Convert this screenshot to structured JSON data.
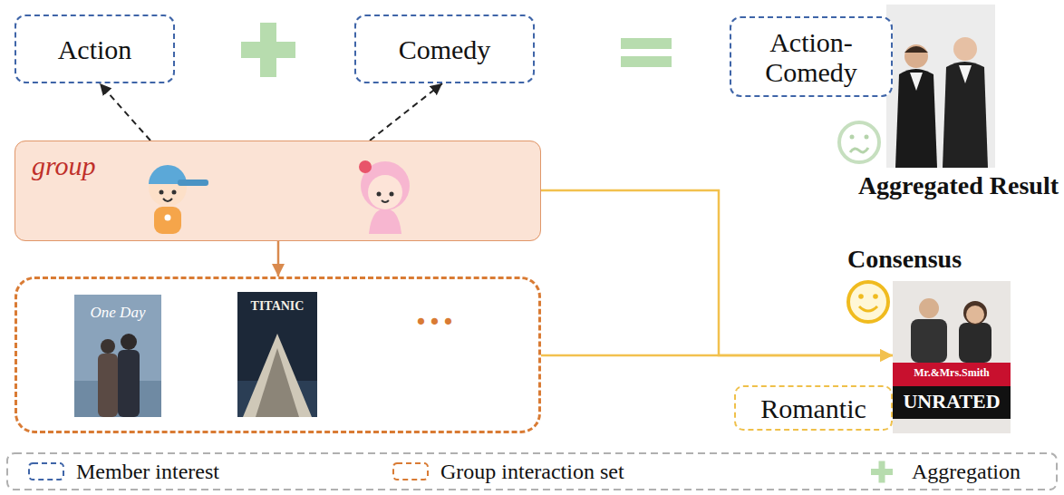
{
  "diagram": {
    "nodes": [
      {
        "text": [
          "Action"
        ]
      },
      {
        "text": [
          "Comedy"
        ]
      },
      {
        "text": [
          "Action- Comedy"
        ]
      },
      {
        "text": [
          "Aggregated Result"
        ]
      },
      {
        "text": [
          "group"
        ]
      },
      {
        "text": [
          "Consensus"
        ]
      },
      {
        "text": [
          "..."
        ]
      },
      {
        "text": [
          "Romantic"
        ]
      }
    ],
    "edges": [
      {
        "from": 4,
        "to": 0,
        "arrow": "to"
      },
      {
        "from": 4,
        "to": 1,
        "arrow": "to"
      },
      {
        "from": 4,
        "to": 6,
        "arrow": "to"
      },
      {
        "from": 4,
        "to": 5,
        "arrow": "to"
      },
      {
        "from": 6,
        "to": 5,
        "arrow": "to"
      }
    ],
    "labels": [
      "One Day",
      "TITANIC",
      "Mr.&Mrs.Smith",
      "UNRATED"
    ],
    "legend": [
      {
        "text": "Member interest"
      },
      {
        "text": "Group interaction set"
      },
      {
        "text": "Aggregation"
      }
    ]
  }
}
